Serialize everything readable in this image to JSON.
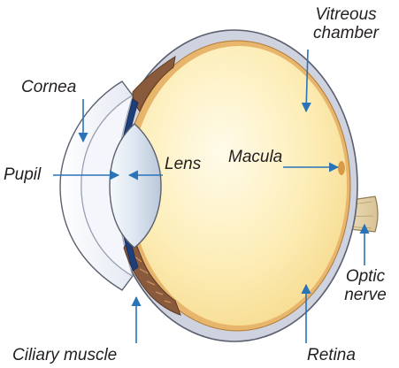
{
  "labels": {
    "vitreous_line1": "Vitreous",
    "vitreous_line2": "chamber",
    "cornea": "Cornea",
    "lens": "Lens",
    "macula": "Macula",
    "pupil": "Pupil",
    "optic_line1": "Optic",
    "optic_line2": "nerve",
    "ciliary_muscle": "Ciliary muscle",
    "retina": "Retina"
  },
  "colors": {
    "vitreous_fill": "#fbe6a3",
    "vitreous_highlight": "#fff7d8",
    "sclera": "#cfd3e0",
    "outline": "#5b5f6e",
    "iris": "#1f3f7a",
    "lens_fill": "#dfe8f2",
    "ciliary": "#8a5a3c",
    "cornea_fill": "#eef2f8",
    "arrow": "#2a73b8"
  }
}
